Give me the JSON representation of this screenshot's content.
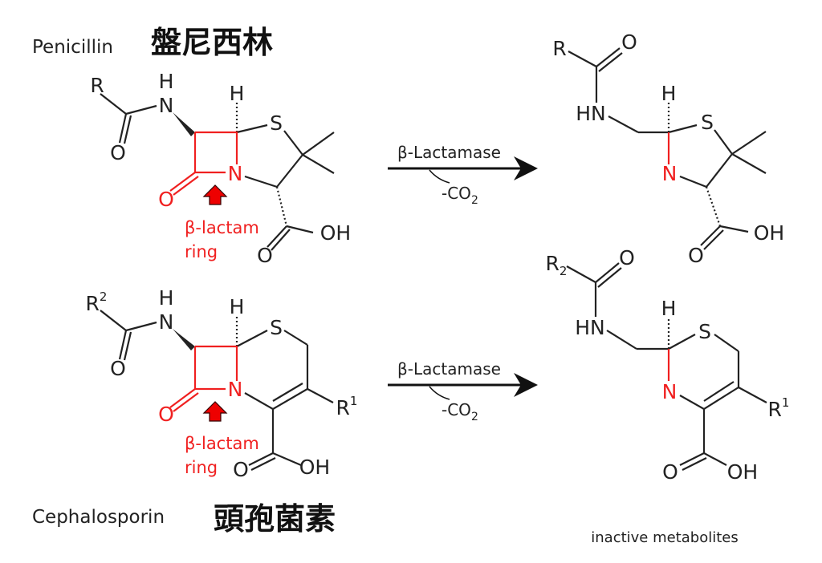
{
  "titles": {
    "penicillin_en": "Penicillin",
    "penicillin_zh": "盤尼西林",
    "cephalosporin_en": "Cephalosporin",
    "cephalosporin_zh": "頭孢菌素"
  },
  "reactions": [
    {
      "enzyme": "β-Lactamase",
      "byproduct": "-CO",
      "byproduct_sub": "2"
    },
    {
      "enzyme": "β-Lactamase",
      "byproduct": "-CO",
      "byproduct_sub": "2"
    }
  ],
  "annotations": {
    "lactam_line1": "β-lactam",
    "lactam_line2": "ring",
    "metabolites": "inactive metabolites"
  },
  "atoms": {
    "R": "R",
    "R2": "R",
    "R2_sup": "2",
    "R2_sub": "2",
    "R1": "R",
    "R1_sup": "1",
    "H": "H",
    "N": "N",
    "O": "O",
    "S": "S",
    "OH": "OH",
    "HN": "HN"
  },
  "colors": {
    "lactam": "#f02020",
    "bond": "#222222"
  }
}
